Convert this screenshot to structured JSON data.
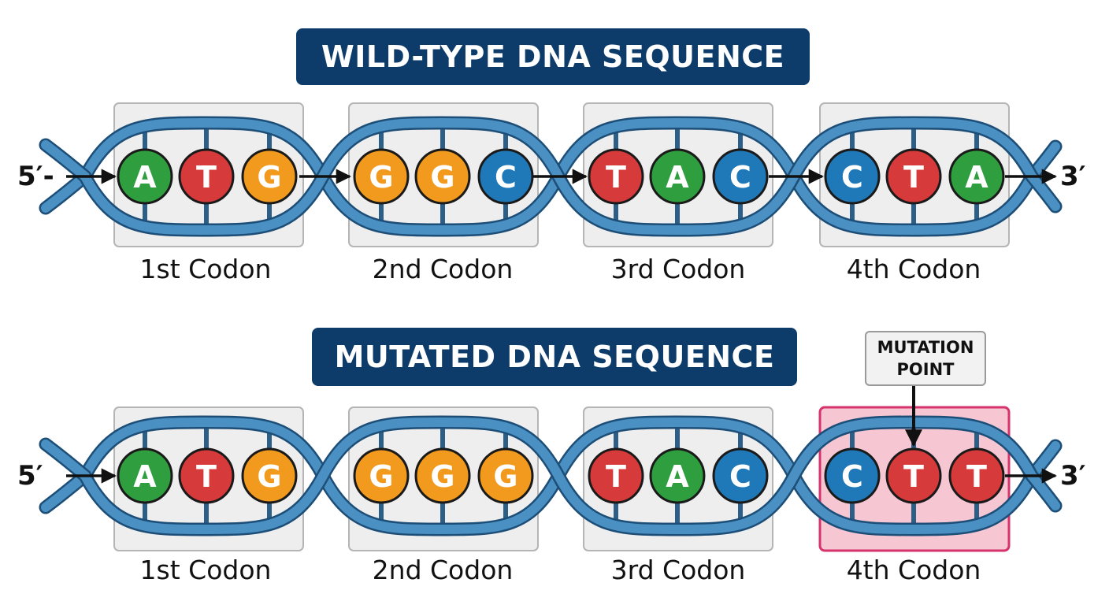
{
  "colors": {
    "title_bg": "#0d3c6b",
    "strand": "#4a90c2",
    "strand_outline": "#1d4e78",
    "base_pair_bar": "#2c5f87",
    "box_fill": "#eeeeee",
    "box_border": "#b5b5b5",
    "mutation_fill": "#f6c6d3",
    "mutation_border": "#d6336c",
    "nucleotide": {
      "A": "#2e9e3f",
      "T": "#d63a3a",
      "G": "#f29a1d",
      "C": "#1f78b8"
    }
  },
  "panels": [
    {
      "title": "WILD-TYPE DNA SEQUENCE",
      "left_end": "5′-",
      "right_end": "3′",
      "codons": [
        {
          "label": "1st Codon",
          "bases": [
            "A",
            "T",
            "G"
          ]
        },
        {
          "label": "2nd Codon",
          "bases": [
            "G",
            "G",
            "C"
          ]
        },
        {
          "label": "3rd Codon",
          "bases": [
            "T",
            "A",
            "C"
          ]
        },
        {
          "label": "4th Codon",
          "bases": [
            "C",
            "T",
            "A"
          ]
        }
      ]
    },
    {
      "title": "MUTATED DNA SEQUENCE",
      "left_end": "5′",
      "right_end": "3′",
      "mutated_codon": 3,
      "mutated_base": 2,
      "callout": [
        "MUTATION",
        "POINT"
      ],
      "codons": [
        {
          "label": "1st Codon",
          "bases": [
            "A",
            "T",
            "G"
          ]
        },
        {
          "label": "2nd Codon",
          "bases": [
            "G",
            "G",
            "G"
          ]
        },
        {
          "label": "3rd Codon",
          "bases": [
            "T",
            "A",
            "C"
          ]
        },
        {
          "label": "4th Codon",
          "bases": [
            "C",
            "T",
            "T"
          ]
        }
      ]
    }
  ]
}
